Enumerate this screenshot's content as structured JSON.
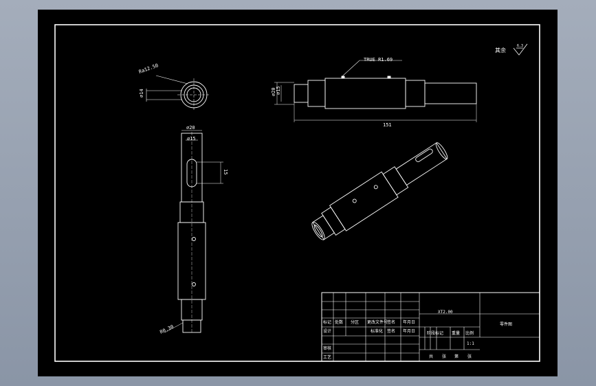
{
  "drawing": {
    "roughness_note": "其余",
    "roughness_value": "6.3"
  },
  "dims": {
    "end_view_surface": "Ra12.50",
    "end_view_dia": "⌀14",
    "front_outer_dia": "⌀20",
    "front_inner_dia": "⌀15",
    "front_length": "151",
    "front_callout": "TRUE R1.69",
    "side_top_dia": "⌀20",
    "side_inner_dia": "⌀15",
    "side_slot": "15",
    "side_bottom": "R0.30"
  },
  "title_block": {
    "drawing_code": "XT2.00",
    "drawing_name": "零件图",
    "row1": [
      "标记",
      "处数",
      "分区",
      "更改文件号",
      "签名",
      "年月日"
    ],
    "row2": [
      "设计",
      "",
      "",
      "标准化",
      "签名",
      "年月日"
    ],
    "row3": [
      "审核"
    ],
    "row4": [
      "工艺"
    ],
    "stage_headers": [
      "阶段标记",
      "重量",
      "比例"
    ],
    "sheet_info": [
      "共",
      "张",
      "第",
      "张"
    ],
    "scale": "1:1"
  },
  "colors": {
    "background": "#000000",
    "line": "#ffffff",
    "chrome": "#8d98a9"
  }
}
